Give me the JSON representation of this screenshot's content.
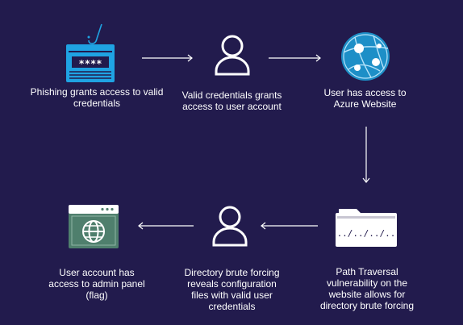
{
  "diagram": {
    "steps": [
      {
        "id": "phishing",
        "icon": "phishing-login-icon",
        "caption": "Phishing grants access to valid credentials"
      },
      {
        "id": "credentials",
        "icon": "user-icon",
        "caption": "Valid credentials grants access to user account"
      },
      {
        "id": "azure",
        "icon": "azure-website-icon",
        "caption": "User has access to Azure Website"
      },
      {
        "id": "path-traversal",
        "icon": "folder-path-icon",
        "caption": "Path Traversal vulnerability on the website allows for directory brute forcing"
      },
      {
        "id": "brute-force",
        "icon": "user-icon",
        "caption": "Directory brute forcing reveals configuration files with valid user credentials"
      },
      {
        "id": "admin-panel",
        "icon": "browser-globe-icon",
        "caption": "User account has access to admin panel (flag)"
      }
    ],
    "password_mask": "****",
    "path_text": "../../../.."
  },
  "colors": {
    "background": "#221b4d",
    "accent_blue": "#1fa3e3",
    "icon_white": "#ffffff",
    "azure_circle": "#1d8fc7",
    "admin_green": "#4f7f6d",
    "arrow": "#ffffff"
  }
}
